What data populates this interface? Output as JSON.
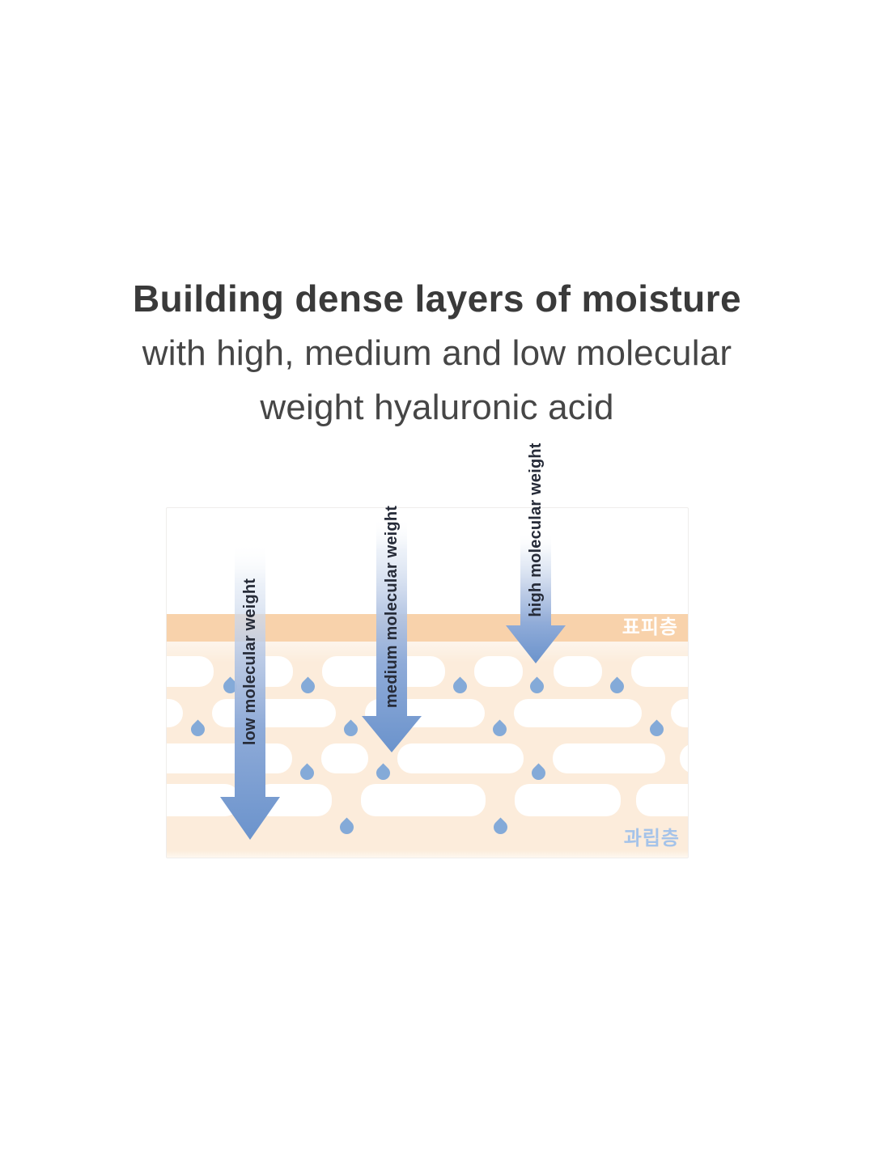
{
  "heading": {
    "line1": "Building dense layers of moisture",
    "line2": "with high, medium and low molecular",
    "line3": "weight hyaluronic acid"
  },
  "diagram": {
    "arrows": [
      {
        "id": "low",
        "label": "low molecular weight",
        "depth": "deep - reaches granular layer"
      },
      {
        "id": "medium",
        "label": "medium molecular weight",
        "depth": "middle of cell layers"
      },
      {
        "id": "high",
        "label": "high molecular weight",
        "depth": "stops at epidermis surface"
      }
    ],
    "layers": {
      "epidermis_label": "표피층",
      "granular_label": "과립층"
    }
  },
  "colors": {
    "heading_strong": "#3a3a3a",
    "heading_normal": "#464646",
    "arrow_blue": "#6b93cc",
    "droplet_blue": "#84aad8",
    "band_peach": "#f8d2ab",
    "dermis_peach": "#fcecdb",
    "cell_white": "#ffffff",
    "epidermis_label_color": "#ffffff",
    "granular_label_color": "#a5c3e9",
    "label_dark": "#262b38"
  }
}
